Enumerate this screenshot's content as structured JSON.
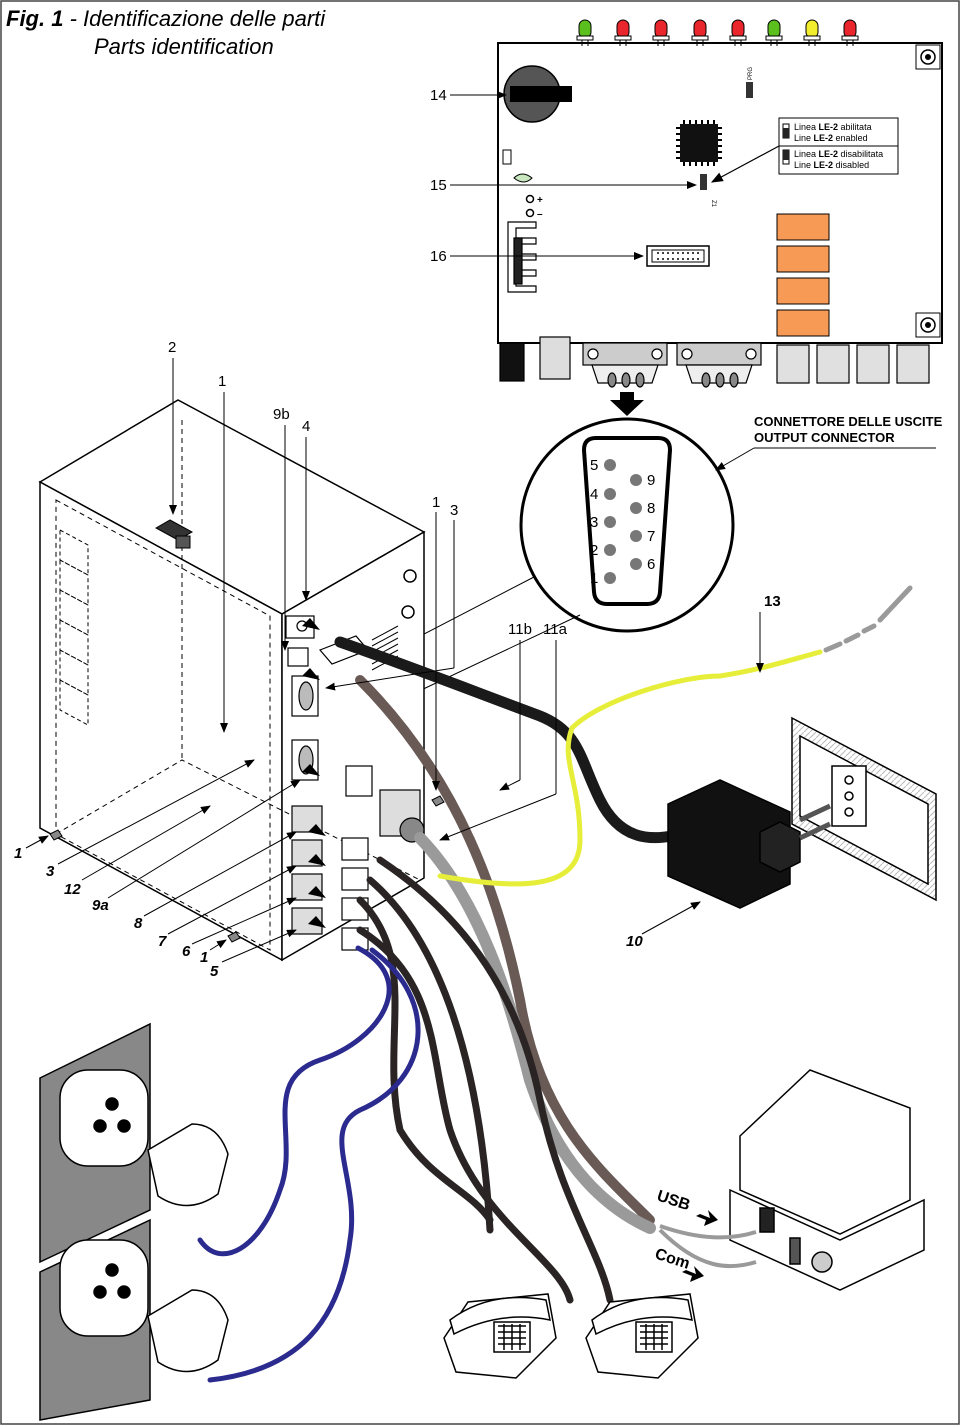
{
  "title": {
    "fig": "Fig. 1",
    "sep": " - ",
    "it": "Identificazione delle parti",
    "en": "Parts identification"
  },
  "callouts": {
    "c14": "14",
    "c15": "15",
    "c16": "16",
    "c2": "2",
    "c1a": "1",
    "c9b": "9b",
    "c4": "4",
    "c1b": "1",
    "c3a": "3",
    "c11b": "11b",
    "c11a": "11a",
    "c13": "13",
    "c1c": "1",
    "c3b": "3",
    "c12": "12",
    "c9a": "9a",
    "c8": "8",
    "c7": "7",
    "c6": "6",
    "c1d": "1",
    "c5": "5",
    "c10": "10"
  },
  "jumper_legend": {
    "enabled_it_pre": "Linea ",
    "enabled_it_bold": "LE-2",
    "enabled_it_post": " abilitata",
    "enabled_en_pre": "Line ",
    "enabled_en_bold": "LE-2",
    "enabled_en_post": " enabled",
    "disabled_it_pre": "Linea ",
    "disabled_it_bold": "LE-2",
    "disabled_it_post": " disabilitata",
    "disabled_en_pre": "Line ",
    "disabled_en_bold": "LE-2",
    "disabled_en_post": " disabled"
  },
  "board_labels": {
    "pwr_plus": "+",
    "pwr_minus": "–",
    "jumper": "Z1",
    "prg": "PRG"
  },
  "output_connector": {
    "title_it": "CONNETTORE DELLE USCITE",
    "title_en": "OUTPUT CONNECTOR",
    "pins_left": [
      "5",
      "4",
      "3",
      "2",
      "1"
    ],
    "pins_right": [
      "9",
      "8",
      "7",
      "6"
    ]
  },
  "pc_ports": {
    "usb": "USB",
    "com": "Com"
  },
  "colors": {
    "led_green": "#5bbf1d",
    "led_red": "#e8262b",
    "led_yellow": "#f2ee2e",
    "relay_orange": "#f79a55",
    "cable_yellow": "#e6ee3a",
    "cable_blue": "#2b2a8e",
    "cable_brown": "#6a5a55",
    "cable_gray": "#9a9a9a"
  }
}
